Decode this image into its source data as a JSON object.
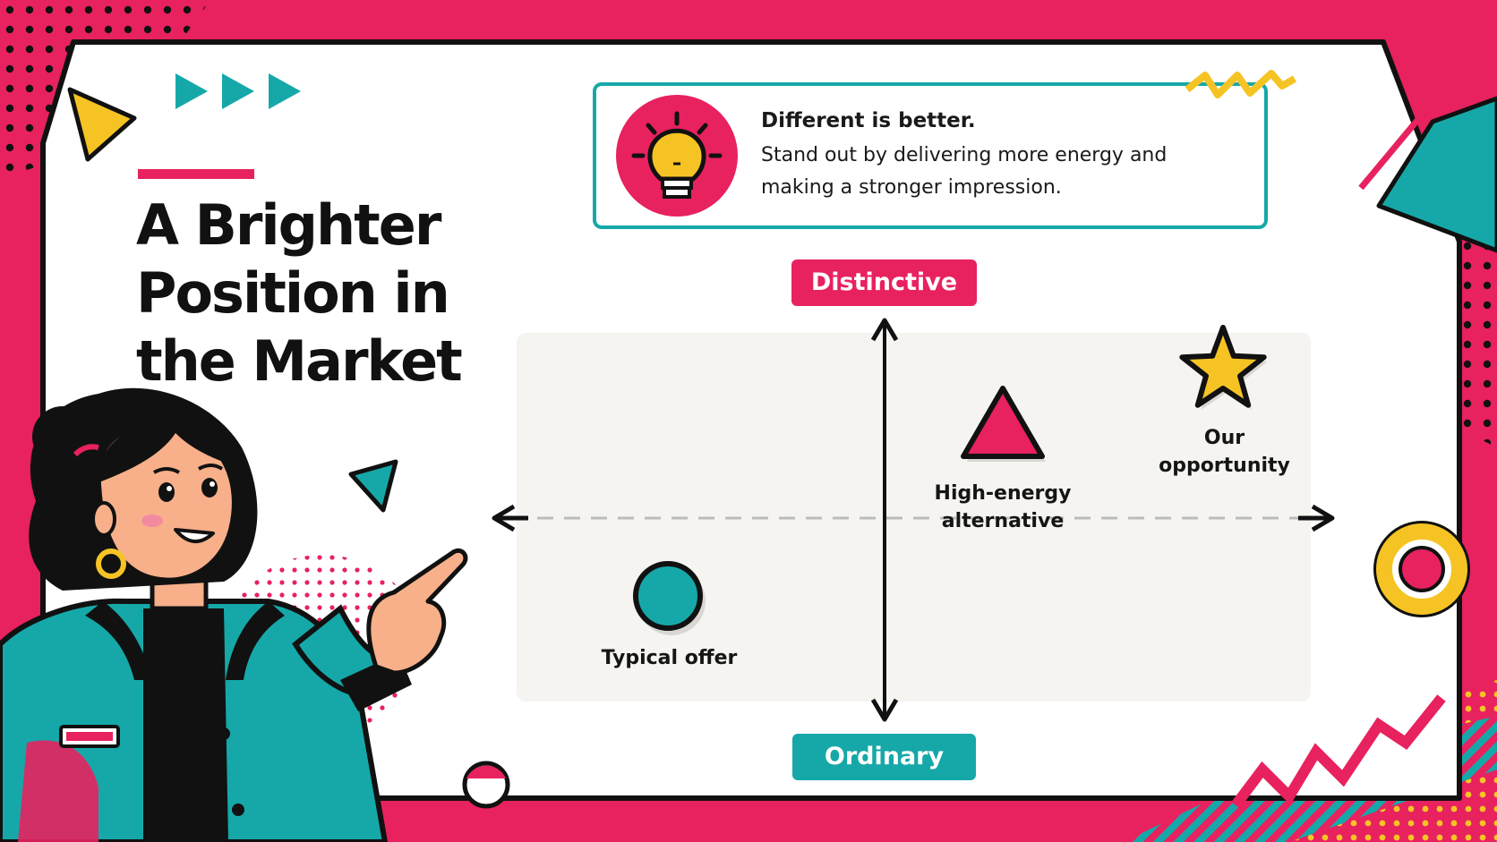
{
  "slide": {
    "title_lines": [
      "A Brighter",
      "Position in",
      "the Market"
    ]
  },
  "callout": {
    "heading": "Different is better.",
    "body": "Stand out by delivering more energy and making a stronger impression.",
    "icon": "lightbulb-icon"
  },
  "axis": {
    "top_label": "Distinctive",
    "bottom_label": "Ordinary"
  },
  "markers": {
    "typical": "Typical offer",
    "high_energy": "High-energy alternative",
    "ours": "Our opportunity"
  },
  "colors": {
    "brand_pink": "#e8215f",
    "teal": "#16a8a8",
    "yellow": "#f5c424",
    "ink": "#111111",
    "panel": "#f6f4f1"
  }
}
